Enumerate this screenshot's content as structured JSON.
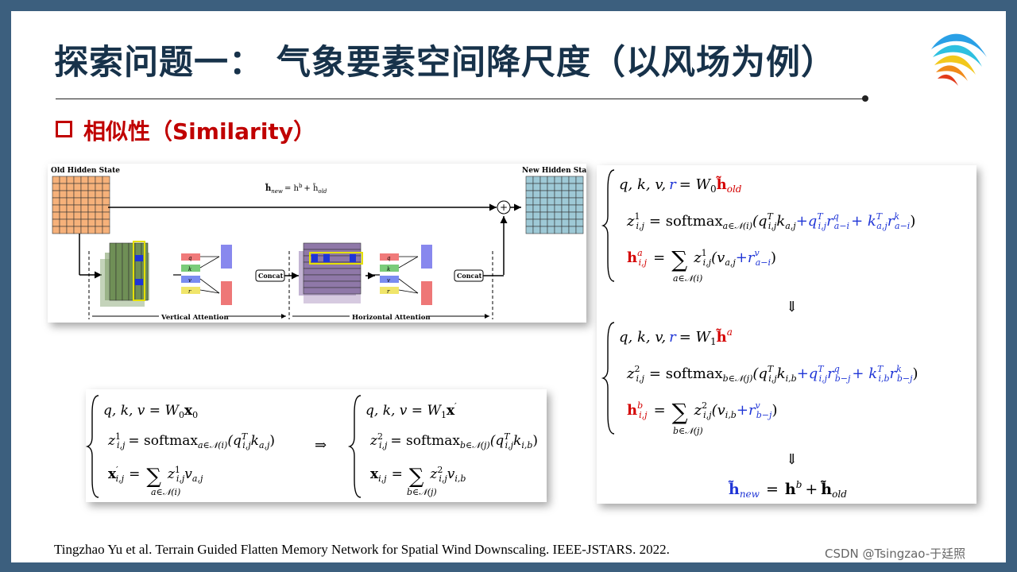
{
  "title": "探索问题一： 气象要素空间降尺度（以风场为例）",
  "section_heading": "相似性（Similarity）",
  "figure": {
    "old_hidden_state": "Old Hidden State",
    "new_hidden_state": "New Hidden State",
    "top_formula_lhs": "h̃",
    "top_formula_sub": "new",
    "top_formula_rest": "= h",
    "top_formula_sup": "b",
    "top_formula_plus": "+ h̃",
    "top_formula_sub2": "old",
    "plus_symbol": "+",
    "qkvr": [
      "q",
      "k",
      "v",
      "r"
    ],
    "concat": "Concat",
    "vertical_attention": "Vertical Attention",
    "horizontal_attention": "Horizontal Attention"
  },
  "eq_left": {
    "a1": "q, k, v = W",
    "a1s": "0",
    "a1x": "x",
    "a1xs": "0",
    "a2": "z",
    "a2sup": "1",
    "a2sub": "i,j",
    "a2rhs": "= softmax",
    "a2ms": "a∈𝒩(i)",
    "a2arg": "(q",
    "a2argsup": "T",
    "a2argsub": "i,j",
    "a2argk": "k",
    "a2argks": "a,j",
    "a2close": ")",
    "a3": "x",
    "a3sup": "′",
    "a3sub": "i,j",
    "a3eq": "=",
    "a3sum": "∑",
    "a3under": "a∈𝒩(i)",
    "a3z": "z",
    "a3zsup": "1",
    "a3zsub": "i,j",
    "a3v": "v",
    "a3vs": "a,j",
    "arrow": "⇒",
    "b1": "q, k, v = W",
    "b1s": "1",
    "b1x": "x",
    "b1xp": "′",
    "b2": "z",
    "b2sup": "2",
    "b2sub": "i,j",
    "b2rhs": "= softmax",
    "b2ms": "b∈𝒩(j)",
    "b2arg": "(q",
    "b2argsup": "T",
    "b2argsub": "i,j",
    "b2argk": "k",
    "b2argks": "i,b",
    "b2close": ")",
    "b3": "x",
    "b3sub": "i,j",
    "b3eq": "=",
    "b3sum": "∑",
    "b3under": "b∈𝒩(j)",
    "b3z": "z",
    "b3zsup": "2",
    "b3zsub": "i,j",
    "b3v": "v",
    "b3vs": "i,b"
  },
  "eq_right": {
    "r1": "q, k, v,",
    "r1r": "r",
    "r1eq": "= W",
    "r1s": "0",
    "r1h": "h̃",
    "r1hs": "old",
    "r2": "z",
    "r2sup": "1",
    "r2sub": "i,j",
    "r2eq": "= softmax",
    "r2ms": "a∈𝒩(i)",
    "r2a": "(q",
    "r2asup": "T",
    "r2asub": "i,j",
    "r2k": "k",
    "r2ks": "a,j",
    "r2b": "+q",
    "r2bsup": "T",
    "r2bsub": "i,j",
    "r2r": "r",
    "r2rsup": "q",
    "r2rsub": "a−i",
    "r2c": "+ k",
    "r2csup": "T",
    "r2csub": "a,j",
    "r2cr": "r",
    "r2crsup": "k",
    "r2crsub": "a−i",
    "r2close": ")",
    "r3h": "h",
    "r3sup": "a",
    "r3sub": "i,j",
    "r3eq": "=",
    "r3sum": "∑",
    "r3under": "a∈𝒩(i)",
    "r3z": "z",
    "r3zsup": "1",
    "r3zsub": "i,j",
    "r3v": "(v",
    "r3vs": "a,j",
    "r3plus": "+r",
    "r3rsup": "v",
    "r3rsub": "a−i",
    "r3close": ")",
    "down1": "⇓",
    "s1": "q, k, v,",
    "s1r": "r",
    "s1eq": "= W",
    "s1s": "1",
    "s1h": "h̃",
    "s1hs": "a",
    "s2": "z",
    "s2sup": "2",
    "s2sub": "i,j",
    "s2eq": "= softmax",
    "s2ms": "b∈𝒩(j)",
    "s2a": "(q",
    "s2asup": "T",
    "s2asub": "i,j",
    "s2k": "k",
    "s2ks": "i,b",
    "s2b": "+q",
    "s2bsup": "T",
    "s2bsub": "i,j",
    "s2r": "r",
    "s2rsup": "q",
    "s2rsub": "b−j",
    "s2c": "+ k",
    "s2csup": "T",
    "s2csub": "i,b",
    "s2cr": "r",
    "s2crsup": "k",
    "s2crsub": "b−j",
    "s2close": ")",
    "s3h": "h",
    "s3sup": "b",
    "s3sub": "i,j",
    "s3eq": "=",
    "s3sum": "∑",
    "s3under": "b∈𝒩(j)",
    "s3z": "z",
    "s3zsup": "2",
    "s3zsub": "i,j",
    "s3v": "(v",
    "s3vs": "i,b",
    "s3plus": "+r",
    "s3rsup": "v",
    "s3rsub": "b−j",
    "s3close": ")",
    "down2": "⇓",
    "f_h": "h̃",
    "f_hs": "new",
    "f_eq": "=",
    "f_hb": "h",
    "f_hbsup": "b",
    "f_plus": "+",
    "f_ho": "h̃",
    "f_hos": "old"
  },
  "caption": "Tingzhao  Yu et al. Terrain Guided Flatten Memory  Network for Spatial Wind Downscaling. IEEE-JSTARS. 2022.",
  "watermark": "CSDN @Tsingzao-于廷照",
  "colors": {
    "title": "#17324a",
    "heading": "#c00000",
    "blue": "#1f35d6",
    "red": "#d40000",
    "orange_grid": "#f6b17a",
    "teal_grid": "#9ec9d6"
  }
}
